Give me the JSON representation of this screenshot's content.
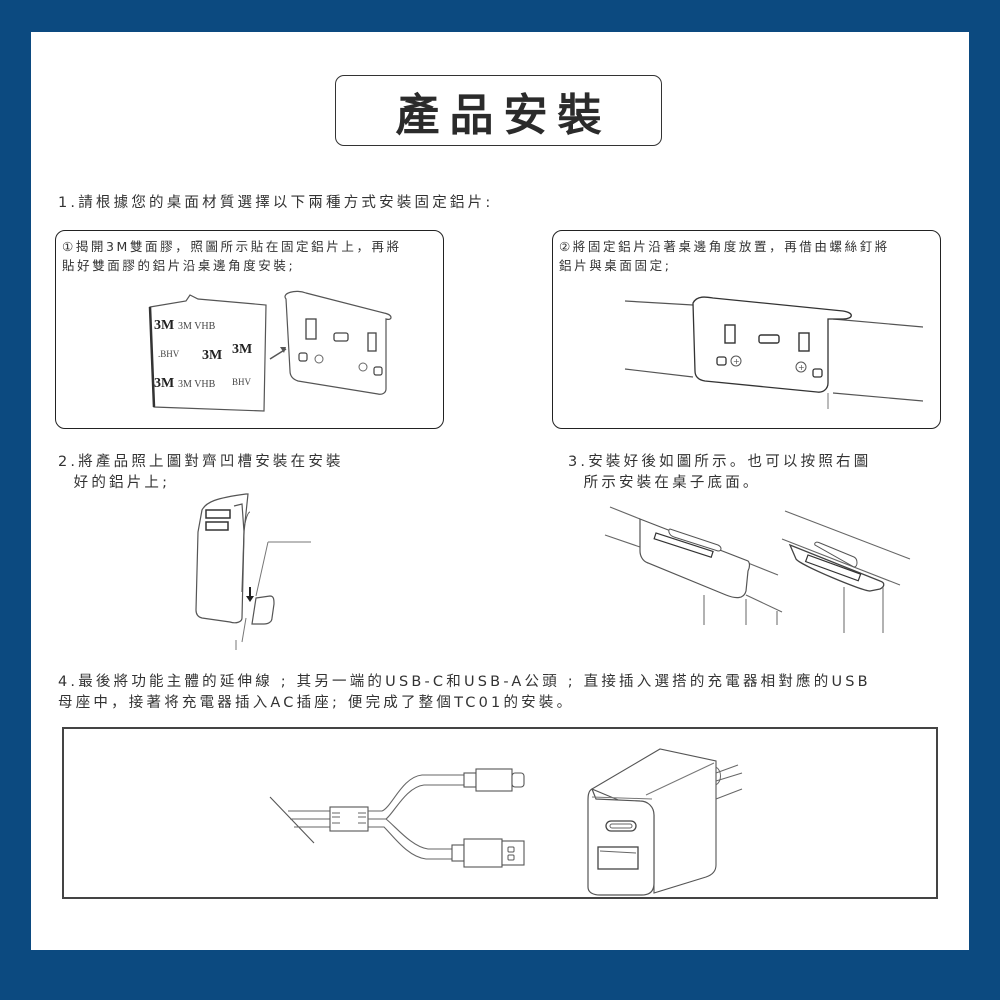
{
  "header": {
    "title": "產品安裝"
  },
  "step1": {
    "text": "1.請根據您的桌面材質選擇以下兩種方式安裝固定鋁片:",
    "method_a": {
      "line1": "①揭開3M雙面膠，照圖所示貼在固定鋁片上，再將",
      "line2": "貼好雙面膠的鋁片沿桌邊角度安裝;",
      "tape_labels": [
        "3M VHB",
        "3M VHB",
        "3M VHB"
      ]
    },
    "method_b": {
      "line1": "②將固定鋁片沿著桌邊角度放置，再借由螺絲釘將",
      "line2": "鋁片與桌面固定;"
    }
  },
  "step2": {
    "line1": "2.將產品照上圖對齊凹槽安裝在安裝",
    "line2": "  好的鋁片上;"
  },
  "step3": {
    "line1": "3.安裝好後如圖所示。也可以按照右圖",
    "line2": "  所示安裝在桌子底面。"
  },
  "step4": {
    "line1": "4.最後將功能主體的延伸線 ; 其另一端的USB-C和USB-A公頭 ; 直接插入選搭的充電器相對應的USB",
    "line2": "母座中，接著将充電器插入AC插座; 便完成了整個TC01的安裝。"
  },
  "colors": {
    "frame": "#0c4a80",
    "page": "#ffffff",
    "text": "#333333",
    "line": "#555555"
  }
}
